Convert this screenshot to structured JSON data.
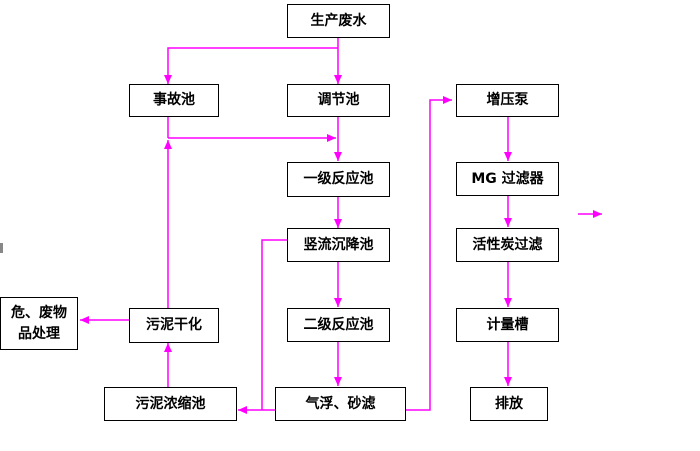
{
  "diagram": {
    "line_color": "#ff00ff",
    "box_border_color": "#000000",
    "nodes": {
      "production_wastewater": "生产废水",
      "accident_pool": "事故池",
      "regulating_pool": "调节池",
      "primary_reaction_pool": "一级反应池",
      "vertical_flow_settling_pool": "竖流沉降池",
      "secondary_reaction_pool": "二级反应池",
      "air_flotation_sand_filter": "气浮、砂滤",
      "booster_pump": "增压泵",
      "mg_filter": "MG 过滤器",
      "activated_carbon_filter": "活性炭过滤",
      "metering_tank": "计量槽",
      "discharge": "排放",
      "sludge_drying": "污泥干化",
      "sludge_thickening_pool": "污泥浓缩池",
      "hazardous_waste_line1": "危、废物",
      "hazardous_waste_line2": "品处理"
    }
  }
}
